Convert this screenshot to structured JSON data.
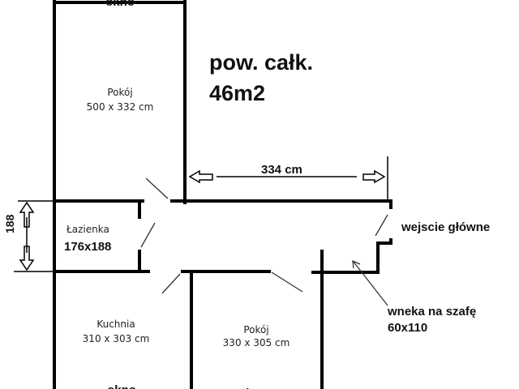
{
  "total_area": {
    "label": "pow. całk.",
    "value": "46m2"
  },
  "rooms": [
    {
      "name": "Pokój",
      "size": "500 x 332 cm"
    },
    {
      "name": "Łazienka",
      "size": "176x188"
    },
    {
      "name": "Kuchnia",
      "size": "310 x 303 cm"
    },
    {
      "name": "Pokój",
      "size": "330 x 305 cm"
    }
  ],
  "dimensions": {
    "hall_width": "334 cm",
    "bathroom_height": "188"
  },
  "annotations": {
    "entrance": "wejscie główne",
    "closet": "wneka na szafę",
    "closet_size": "60x110"
  },
  "windows": [
    "okno",
    "okno",
    "okno"
  ]
}
